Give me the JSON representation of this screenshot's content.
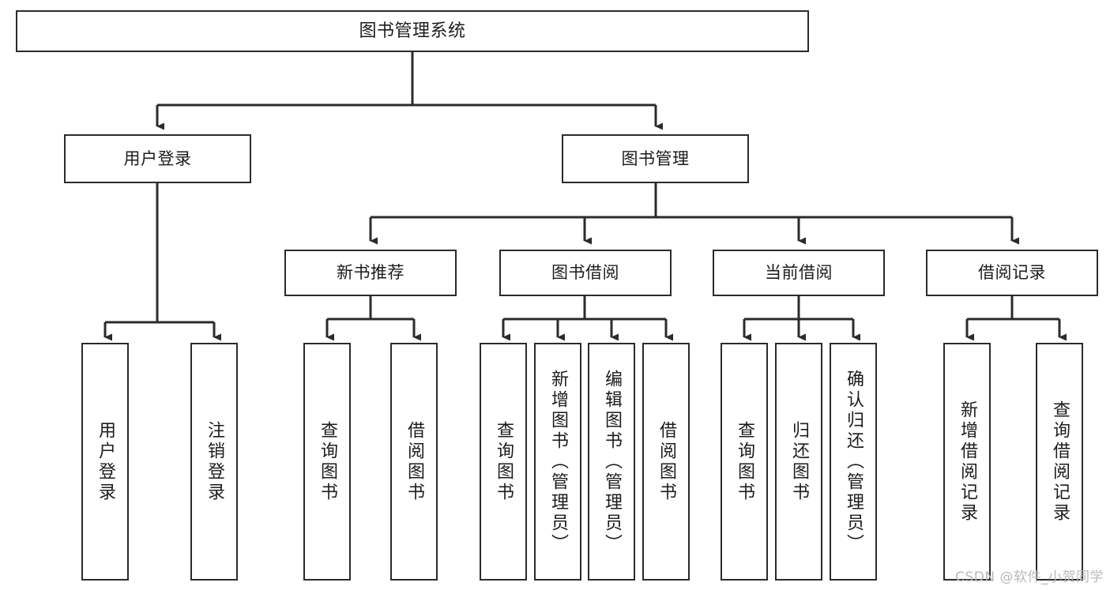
{
  "diagram": {
    "title": "图书管理系统",
    "type": "tree-hierarchy",
    "watermark": "CSDN @软件_小贺同学",
    "colors": {
      "border": "#2b2b2b",
      "background": "#ffffff",
      "text": "#1c1c1c",
      "edge": "#2b2b2b",
      "watermark": "#b9b9b9"
    },
    "nodes": {
      "root": {
        "label": "图书管理系统"
      },
      "level2": [
        {
          "label": "用户登录"
        },
        {
          "label": "图书管理"
        }
      ],
      "level3": [
        {
          "label": "新书推荐"
        },
        {
          "label": "图书借阅"
        },
        {
          "label": "当前借阅"
        },
        {
          "label": "借阅记录"
        }
      ],
      "leaves": {
        "user_login": [
          {
            "label": "用户登录"
          },
          {
            "label": "注销登录"
          }
        ],
        "new_book_recommend": [
          {
            "label": "查询图书"
          },
          {
            "label": "借阅图书"
          }
        ],
        "book_borrow": [
          {
            "label": "查询图书"
          },
          {
            "label": "新增图书（管理员）"
          },
          {
            "label": "编辑图书（管理员）"
          },
          {
            "label": "借阅图书"
          }
        ],
        "current_borrow": [
          {
            "label": "查询图书"
          },
          {
            "label": "归还图书"
          },
          {
            "label": "确认归还（管理员）"
          }
        ],
        "borrow_record": [
          {
            "label": "新增借阅记录"
          },
          {
            "label": "查询借阅记录"
          }
        ]
      }
    }
  }
}
